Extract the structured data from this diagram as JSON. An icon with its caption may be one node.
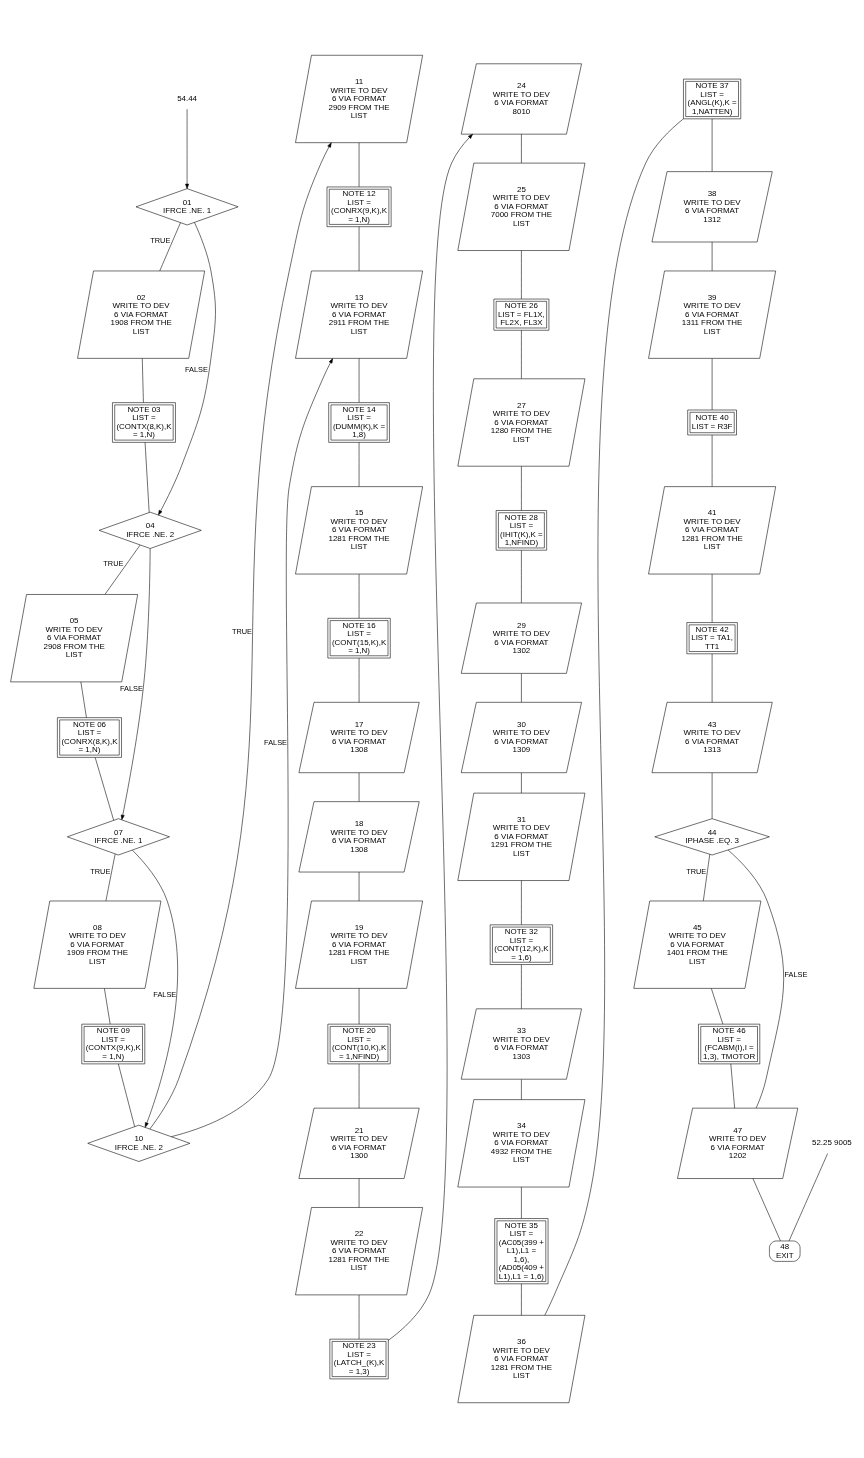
{
  "diagram": {
    "nodes": [
      {
        "text": [
          "54.44"
        ]
      },
      {
        "text": [
          "01",
          "IFRCE .NE. 1"
        ]
      },
      {
        "text": [
          "02",
          "WRITE TO DEV 6 VIA FORMAT 1908 FROM THE LIST"
        ]
      },
      {
        "text": [
          "NOTE 03",
          "LIST = (CONTX(8,K),K = 1,N)"
        ]
      },
      {
        "text": [
          "04",
          "IFRCE .NE. 2"
        ]
      },
      {
        "text": [
          "05",
          "WRITE TO DEV 6 VIA FORMAT 2908 FROM THE LIST"
        ]
      },
      {
        "text": [
          "NOTE 06",
          "LIST = (CONRX(8,K),K = 1,N)"
        ]
      },
      {
        "text": [
          "07",
          "IFRCE .NE. 1"
        ]
      },
      {
        "text": [
          "08",
          "WRITE TO DEV 6 VIA FORMAT 1909 FROM THE LIST"
        ]
      },
      {
        "text": [
          "NOTE 09",
          "LIST = (CONTX(9,K),K = 1,N)"
        ]
      },
      {
        "text": [
          "10",
          "IFRCE .NE. 2"
        ]
      },
      {
        "text": [
          "11",
          "WRITE TO DEV 6 VIA FORMAT 2909 FROM THE LIST"
        ]
      },
      {
        "text": [
          "NOTE 12",
          "LIST = (CONRX(9,K),K = 1,N)"
        ]
      },
      {
        "text": [
          "13",
          "WRITE TO DEV 6 VIA FORMAT 2911 FROM THE LIST"
        ]
      },
      {
        "text": [
          "NOTE 14",
          "LIST = (DUMM(K),K = 1,8)"
        ]
      },
      {
        "text": [
          "15",
          "WRITE TO DEV 6 VIA FORMAT 1281 FROM THE LIST"
        ]
      },
      {
        "text": [
          "NOTE 16",
          "LIST = (CONT(15,K),K = 1,N)"
        ]
      },
      {
        "text": [
          "17",
          "WRITE TO DEV 6 VIA FORMAT 1308"
        ]
      },
      {
        "text": [
          "18",
          "WRITE TO DEV 6 VIA FORMAT 1308"
        ]
      },
      {
        "text": [
          "19",
          "WRITE TO DEV 6 VIA FORMAT 1281 FROM THE LIST"
        ]
      },
      {
        "text": [
          "NOTE 20",
          "LIST = (CONT(10,K),K = 1,NFIND)"
        ]
      },
      {
        "text": [
          "21",
          "WRITE TO DEV 6 VIA FORMAT 1300"
        ]
      },
      {
        "text": [
          "22",
          "WRITE TO DEV 6 VIA FORMAT 1281 FROM THE LIST"
        ]
      },
      {
        "text": [
          "NOTE 23",
          "LIST = (LATCH_(K),K = 1,3)"
        ]
      },
      {
        "text": [
          "24",
          "WRITE TO DEV 6 VIA FORMAT 8010"
        ]
      },
      {
        "text": [
          "25",
          "WRITE TO DEV 6 VIA FORMAT 7000 FROM THE LIST"
        ]
      },
      {
        "text": [
          "NOTE 26",
          "LIST = FL1X, FL2X, FL3X"
        ]
      },
      {
        "text": [
          "27",
          "WRITE TO DEV 6 VIA FORMAT 1280 FROM THE LIST"
        ]
      },
      {
        "text": [
          "NOTE 28",
          "LIST = (IHIT(K),K = 1,NFIND)"
        ]
      },
      {
        "text": [
          "29",
          "WRITE TO DEV 6 VIA FORMAT 1302"
        ]
      },
      {
        "text": [
          "30",
          "WRITE TO DEV 6 VIA FORMAT 1309"
        ]
      },
      {
        "text": [
          "31",
          "WRITE TO DEV 6 VIA FORMAT 1291 FROM THE LIST"
        ]
      },
      {
        "text": [
          "NOTE 32",
          "LIST = (CONT(12,K),K = 1,6)"
        ]
      },
      {
        "text": [
          "33",
          "WRITE TO DEV 6 VIA FORMAT 1303"
        ]
      },
      {
        "text": [
          "34",
          "WRITE TO DEV 6 VIA FORMAT 4932 FROM THE LIST"
        ]
      },
      {
        "text": [
          "NOTE 35",
          "LIST = (AC05(399 + L1),L1 = 1,6), (AD05(409 + L1),L1 = 1,6)"
        ]
      },
      {
        "text": [
          "36",
          "WRITE TO DEV 6 VIA FORMAT 1281 FROM THE LIST"
        ]
      },
      {
        "text": [
          "NOTE 37",
          "LIST = (ANGL(K),K = 1,NATTEN)"
        ]
      },
      {
        "text": [
          "38",
          "WRITE TO DEV 6 VIA FORMAT 1312"
        ]
      },
      {
        "text": [
          "39",
          "WRITE TO DEV 6 VIA FORMAT 1311 FROM THE LIST"
        ]
      },
      {
        "text": [
          "NOTE 40",
          "LIST = R3F"
        ]
      },
      {
        "text": [
          "41",
          "WRITE TO DEV 6 VIA FORMAT 1281 FROM THE LIST"
        ]
      },
      {
        "text": [
          "NOTE 42",
          "LIST = TA1, TT1"
        ]
      },
      {
        "text": [
          "43",
          "WRITE TO DEV 6 VIA FORMAT 1313"
        ]
      },
      {
        "text": [
          "44",
          "IPHASE .EQ. 3"
        ]
      },
      {
        "text": [
          "45",
          "WRITE TO DEV 6 VIA FORMAT 1401 FROM THE LIST"
        ]
      },
      {
        "text": [
          "NOTE 46",
          "LIST = (FCABM(I),I = 1,3), TMOTOR"
        ]
      },
      {
        "text": [
          "47",
          "WRITE TO DEV 6 VIA FORMAT 1202"
        ]
      },
      {
        "text": [
          "48",
          "EXIT"
        ]
      },
      {
        "text": [
          "52.25 9005"
        ]
      }
    ],
    "edges": [
      {
        "from": 0,
        "to": 1,
        "arrow": "to"
      },
      {
        "from": 1,
        "to": 2,
        "arrow": "none",
        "label": "TRUE"
      },
      {
        "from": 1,
        "to": 4,
        "arrow": "to",
        "label": "FALSE"
      },
      {
        "from": 2,
        "to": 3,
        "arrow": "none"
      },
      {
        "from": 3,
        "to": 4,
        "arrow": "none"
      },
      {
        "from": 4,
        "to": 5,
        "arrow": "none",
        "label": "TRUE"
      },
      {
        "from": 4,
        "to": 7,
        "arrow": "to",
        "label": "FALSE"
      },
      {
        "from": 5,
        "to": 6,
        "arrow": "none"
      },
      {
        "from": 6,
        "to": 7,
        "arrow": "none"
      },
      {
        "from": 7,
        "to": 8,
        "arrow": "none",
        "label": "TRUE"
      },
      {
        "from": 7,
        "to": 10,
        "arrow": "to",
        "label": "FALSE"
      },
      {
        "from": 8,
        "to": 9,
        "arrow": "none"
      },
      {
        "from": 9,
        "to": 10,
        "arrow": "none"
      },
      {
        "from": 10,
        "to": 11,
        "arrow": "to",
        "label": "TRUE"
      },
      {
        "from": 10,
        "to": 13,
        "arrow": "to",
        "label": "FALSE"
      },
      {
        "from": 11,
        "to": 12,
        "arrow": "none"
      },
      {
        "from": 12,
        "to": 13,
        "arrow": "none"
      },
      {
        "from": 13,
        "to": 14,
        "arrow": "none"
      },
      {
        "from": 14,
        "to": 15,
        "arrow": "none"
      },
      {
        "from": 15,
        "to": 16,
        "arrow": "none"
      },
      {
        "from": 16,
        "to": 17,
        "arrow": "none"
      },
      {
        "from": 17,
        "to": 18,
        "arrow": "none"
      },
      {
        "from": 18,
        "to": 19,
        "arrow": "none"
      },
      {
        "from": 19,
        "to": 20,
        "arrow": "none"
      },
      {
        "from": 20,
        "to": 21,
        "arrow": "none"
      },
      {
        "from": 21,
        "to": 22,
        "arrow": "none"
      },
      {
        "from": 22,
        "to": 23,
        "arrow": "none"
      },
      {
        "from": 23,
        "to": 24,
        "arrow": "to"
      },
      {
        "from": 24,
        "to": 25,
        "arrow": "none"
      },
      {
        "from": 25,
        "to": 26,
        "arrow": "none"
      },
      {
        "from": 26,
        "to": 27,
        "arrow": "none"
      },
      {
        "from": 27,
        "to": 28,
        "arrow": "none"
      },
      {
        "from": 28,
        "to": 29,
        "arrow": "none"
      },
      {
        "from": 29,
        "to": 30,
        "arrow": "none"
      },
      {
        "from": 30,
        "to": 31,
        "arrow": "none"
      },
      {
        "from": 31,
        "to": 32,
        "arrow": "none"
      },
      {
        "from": 32,
        "to": 33,
        "arrow": "none"
      },
      {
        "from": 33,
        "to": 34,
        "arrow": "none"
      },
      {
        "from": 34,
        "to": 35,
        "arrow": "none"
      },
      {
        "from": 35,
        "to": 36,
        "arrow": "none"
      },
      {
        "from": 36,
        "to": 37,
        "arrow": "none"
      },
      {
        "from": 37,
        "to": 38,
        "arrow": "none"
      },
      {
        "from": 38,
        "to": 39,
        "arrow": "none"
      },
      {
        "from": 39,
        "to": 40,
        "arrow": "none"
      },
      {
        "from": 40,
        "to": 41,
        "arrow": "none"
      },
      {
        "from": 41,
        "to": 42,
        "arrow": "none"
      },
      {
        "from": 42,
        "to": 43,
        "arrow": "none"
      },
      {
        "from": 43,
        "to": 44,
        "arrow": "none"
      },
      {
        "from": 44,
        "to": 45,
        "arrow": "none",
        "label": "TRUE"
      },
      {
        "from": 44,
        "to": 47,
        "arrow": "none",
        "label": "FALSE"
      },
      {
        "from": 45,
        "to": 46,
        "arrow": "none"
      },
      {
        "from": 46,
        "to": 47,
        "arrow": "none"
      },
      {
        "from": 47,
        "to": 48,
        "arrow": "none"
      },
      {
        "from": 49,
        "to": 48,
        "arrow": "none"
      }
    ]
  }
}
